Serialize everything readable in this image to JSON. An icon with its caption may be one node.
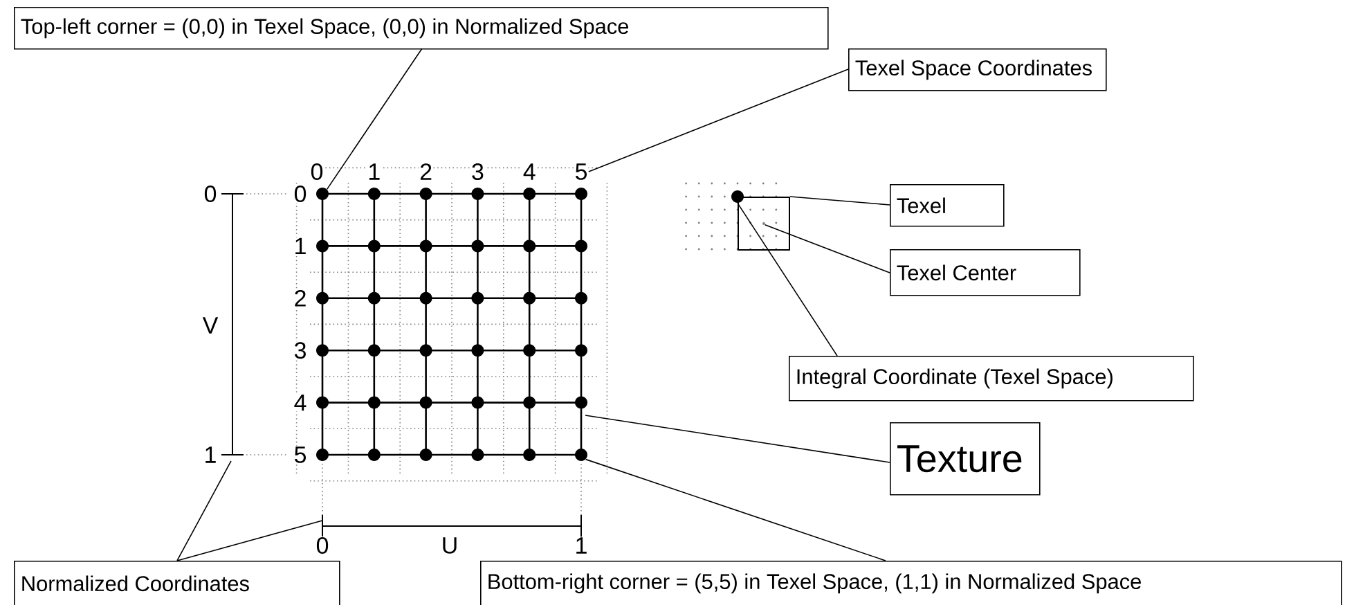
{
  "diagram": {
    "nodes": [
      {
        "text": [
          "Top-left corner = (0,0) in Texel Space, (0,0) in Normalized Space"
        ]
      },
      {
        "text": [
          "Texel Space Coordinates"
        ]
      },
      {
        "text": [
          "Texel"
        ]
      },
      {
        "text": [
          "Texel Center"
        ]
      },
      {
        "text": [
          "Integral Coordinate (Texel Space)"
        ]
      },
      {
        "text": [
          "Texture"
        ]
      },
      {
        "text": [
          "Normalized Coordinates"
        ]
      },
      {
        "text": [
          "Bottom-right corner = (5,5) in Texel Space, (1,1) in Normalized Space"
        ]
      },
      {
        "text": [
          "5"
        ]
      },
      {
        "text": [],
        "shape": "circle"
      },
      {
        "text": [],
        "shape": "box"
      },
      {
        "text": [],
        "shape": "circle",
        "in": 10
      },
      {
        "text": [],
        "shape": "circle"
      },
      {
        "text": [],
        "shape": "circle"
      }
    ],
    "edges": [
      {
        "from": 0,
        "to": 9,
        "arrow": "none"
      },
      {
        "from": 1,
        "to": 8,
        "arrow": "none"
      },
      {
        "from": 2,
        "to": 10,
        "arrow": "none"
      },
      {
        "from": 3,
        "to": 11,
        "arrow": "none"
      },
      {
        "from": 4,
        "to": 12,
        "arrow": "none"
      },
      {
        "from": 5,
        "to": null,
        "arrow": "none"
      },
      {
        "from": 7,
        "to": 13,
        "arrow": "none"
      },
      {
        "from": 6,
        "to": null,
        "arrow": "none"
      },
      {
        "from": 6,
        "to": null,
        "arrow": "none"
      }
    ],
    "labels": [
      "0",
      "1",
      "2",
      "3",
      "4",
      "0",
      "0",
      "1",
      "2",
      "3",
      "4",
      "5",
      "V",
      "1",
      "0",
      "U",
      "1"
    ]
  }
}
